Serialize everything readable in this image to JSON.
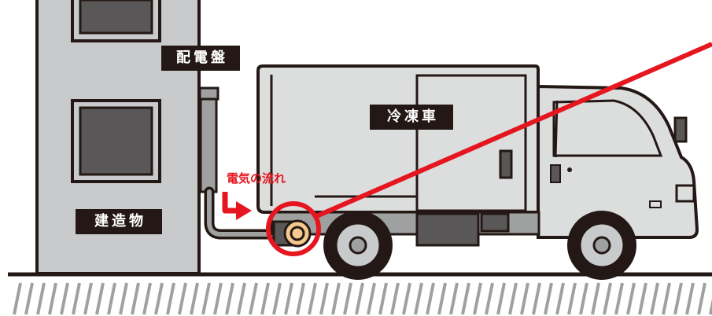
{
  "labels": {
    "distribution_panel": "配電盤",
    "refrigerated_truck": "冷凍車",
    "building": "建造物",
    "power_flow": "電気の流れ"
  },
  "icons": {
    "flow_arrow": "arrow-right-icon",
    "highlight": "red-circle-highlight",
    "power_inlet": "power-inlet-icon"
  },
  "colors": {
    "outline": "#231815",
    "building_fill": "#c9cacb",
    "window_fill": "#595757",
    "truck_fill": "#dcdddd",
    "highlight_red": "#e5161f",
    "ground_hatch": "#9fa0a0",
    "inlet_fill": "#f5c88e"
  }
}
